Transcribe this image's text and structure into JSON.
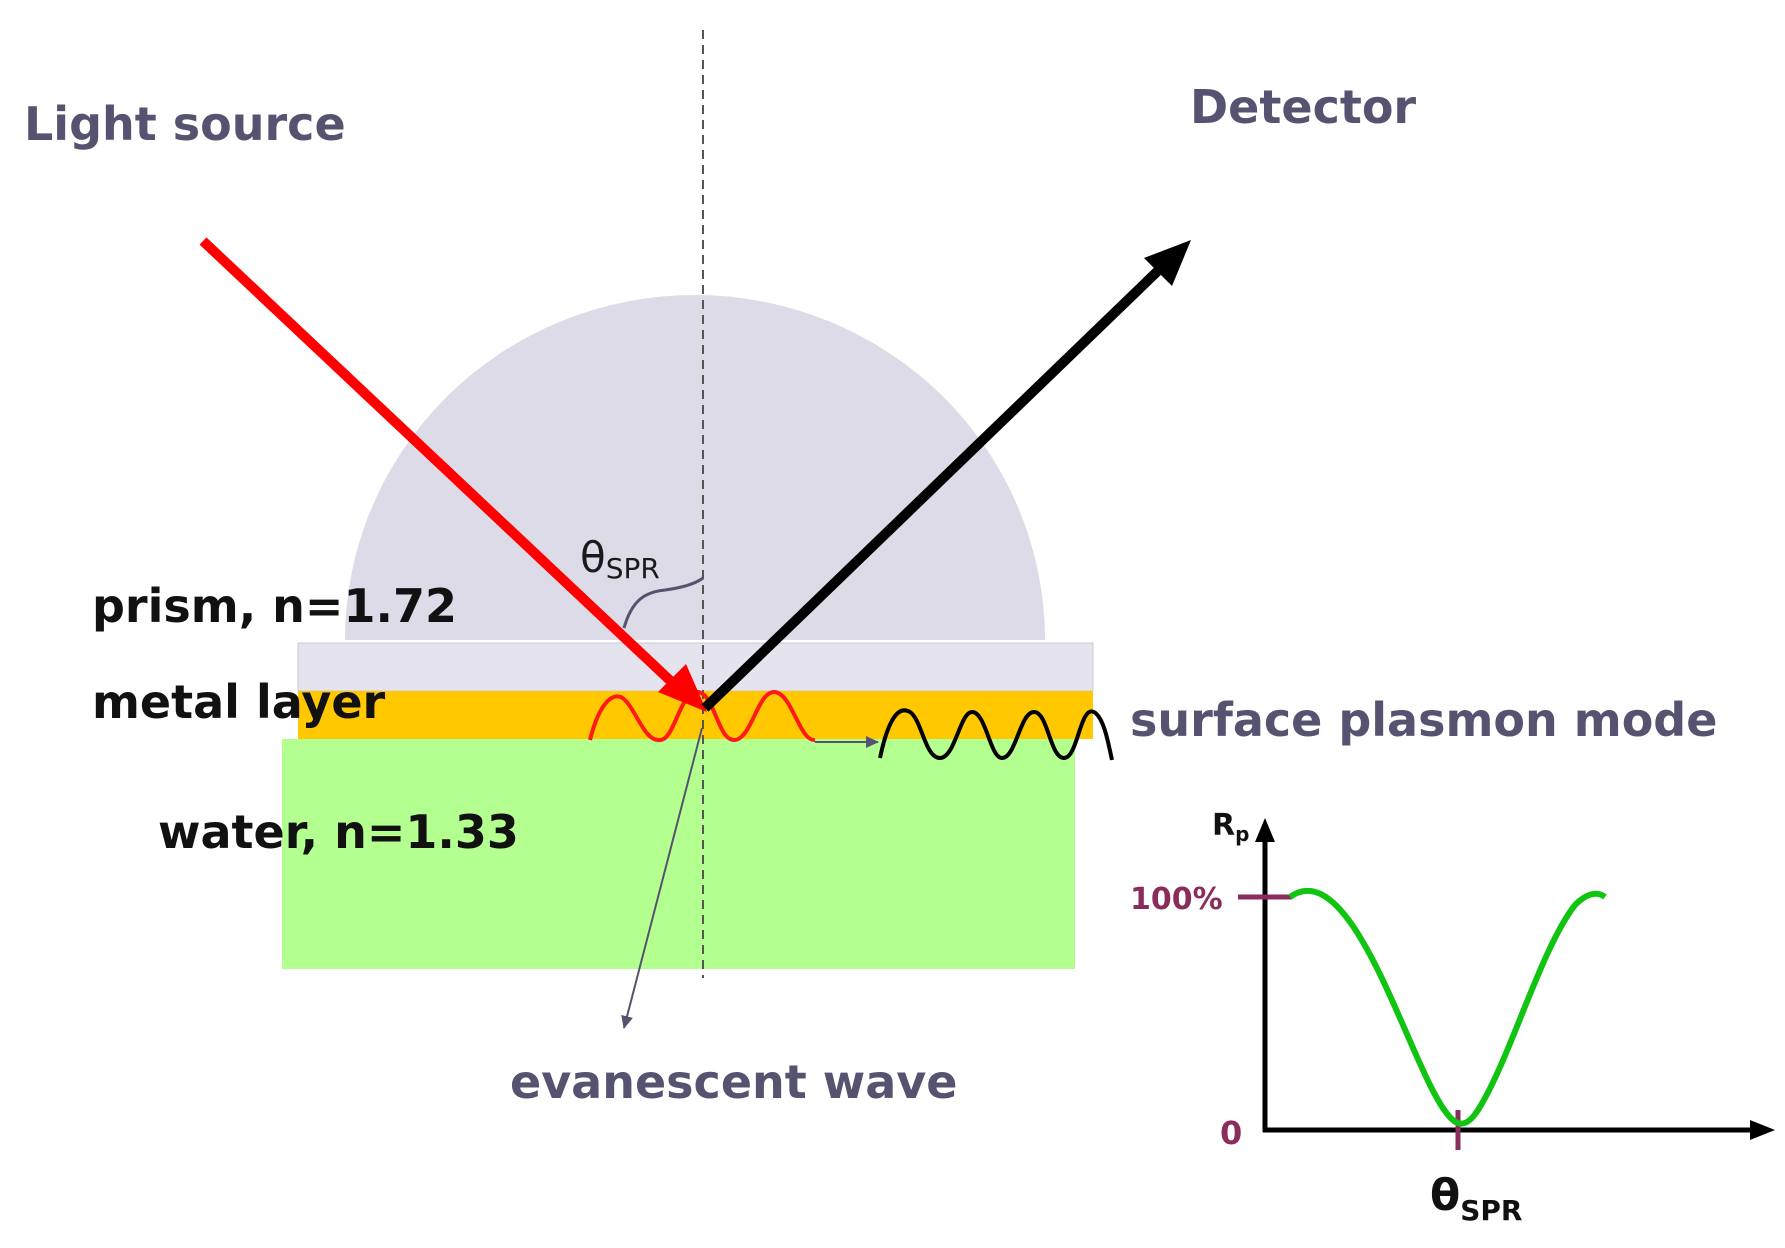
{
  "labels": {
    "light_source": "Light source",
    "detector": "Detector",
    "prism": "prism, n=1.72",
    "metal_layer": "metal layer",
    "water": "water, n=1.33",
    "surface_plasmon_mode": "surface plasmon mode",
    "evanescent_wave": "evanescent wave"
  },
  "angle": {
    "symbol": "θ",
    "subscript": "SPR"
  },
  "graph": {
    "y_axis_symbol": "R",
    "y_axis_subscript": "p",
    "y_tick_top": "100%",
    "y_tick_bottom": "0",
    "x_label_symbol": "θ",
    "x_label_subscript": "SPR"
  },
  "colors": {
    "prism": "#dcdbe7",
    "metal_top_film": "#e4e3ee",
    "metal_layer": "#ffc800",
    "water": "#b3ff8f",
    "incident_ray": "#ff0000",
    "reflected_ray": "#000000",
    "wave_in_metal": "#ff0000",
    "surface_plasmon_wave": "#000000",
    "curve": "#11c411",
    "label_gray": "#555370",
    "tick_maroon": "#8a2c5c"
  }
}
